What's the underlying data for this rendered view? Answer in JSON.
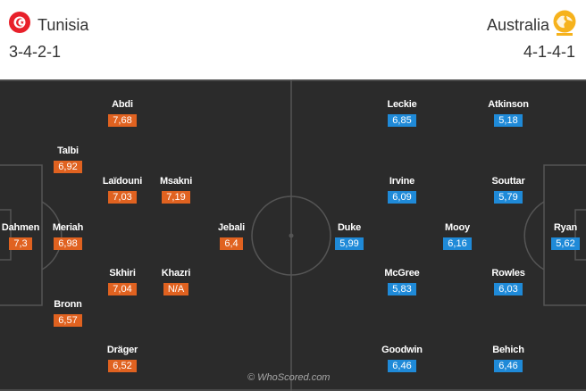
{
  "home": {
    "name": "Tunisia",
    "formation": "3-4-2-1",
    "color": "#e06220",
    "players": [
      {
        "name": "Abdi",
        "rating": "7,68"
      },
      {
        "name": "Talbi",
        "rating": "6,92"
      },
      {
        "name": "Laïdouni",
        "rating": "7,03"
      },
      {
        "name": "Msakni",
        "rating": "7,19"
      },
      {
        "name": "Dahmen",
        "rating": "7,3"
      },
      {
        "name": "Meriah",
        "rating": "6,98"
      },
      {
        "name": "Jebali",
        "rating": "6,4"
      },
      {
        "name": "Skhiri",
        "rating": "7,04"
      },
      {
        "name": "Khazri",
        "rating": "N/A"
      },
      {
        "name": "Bronn",
        "rating": "6,57"
      },
      {
        "name": "Dräger",
        "rating": "6,52"
      }
    ]
  },
  "away": {
    "name": "Australia",
    "formation": "4-1-4-1",
    "color": "#1f8ad8",
    "players": [
      {
        "name": "Leckie",
        "rating": "6,85"
      },
      {
        "name": "Atkinson",
        "rating": "5,18"
      },
      {
        "name": "Irvine",
        "rating": "6,09"
      },
      {
        "name": "Souttar",
        "rating": "5,79"
      },
      {
        "name": "Duke",
        "rating": "5,99"
      },
      {
        "name": "Mooy",
        "rating": "6,16"
      },
      {
        "name": "Ryan",
        "rating": "5,62"
      },
      {
        "name": "McGree",
        "rating": "5,83"
      },
      {
        "name": "Rowles",
        "rating": "6,03"
      },
      {
        "name": "Goodwin",
        "rating": "6,46"
      },
      {
        "name": "Behich",
        "rating": "6,46"
      }
    ]
  },
  "watermark": "© WhoScored.com"
}
